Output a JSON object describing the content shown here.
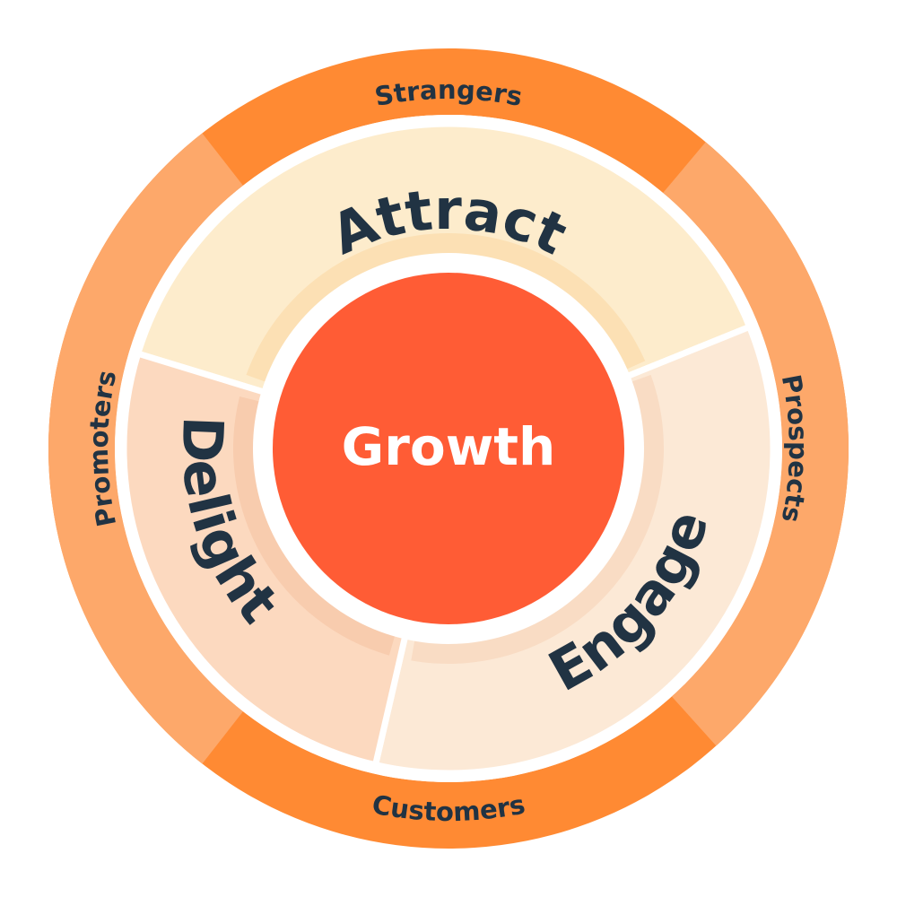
{
  "center": {
    "label": "Growth"
  },
  "stages": {
    "attract": "Attract",
    "engage": "Engage",
    "delight": "Delight"
  },
  "audiences": {
    "strangers": "Strangers",
    "prospects": "Prospects",
    "customers": "Customers",
    "promoters": "Promoters"
  },
  "colors": {
    "outer_ring": "#FF8A33",
    "outer_ring_light": "#FDA86A",
    "attract": "#FDECCC",
    "engage": "#FCE9D6",
    "delight": "#FCD9BF",
    "growth": "#FF5C35",
    "text": "#213343"
  }
}
